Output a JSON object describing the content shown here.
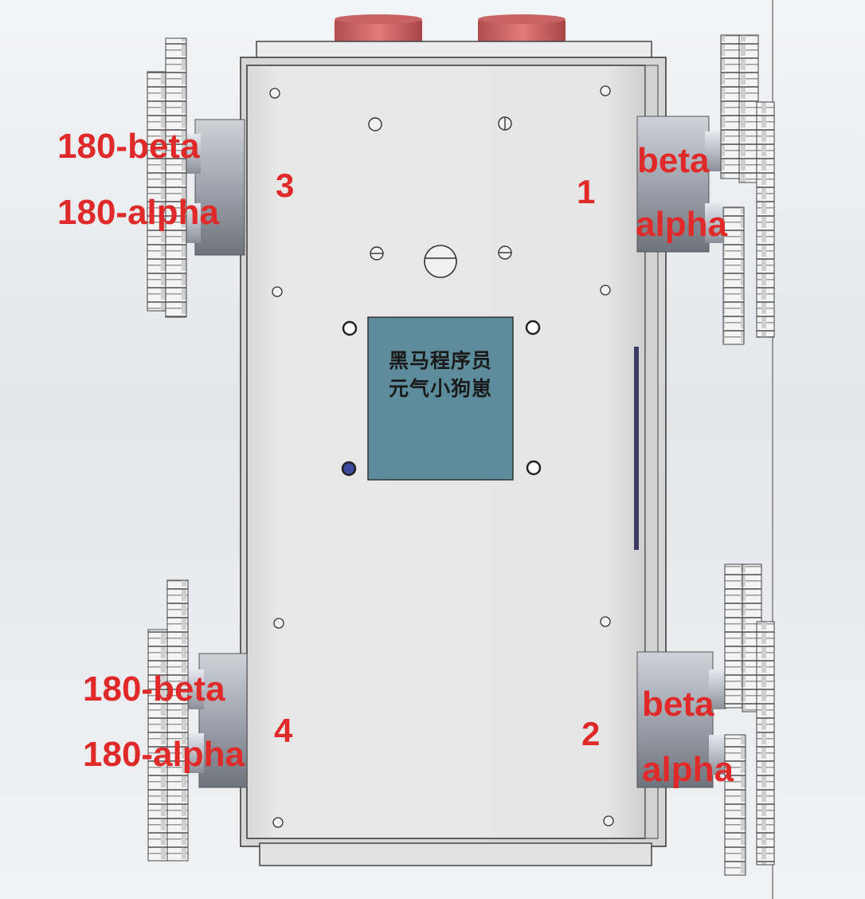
{
  "screen": {
    "line1": "黑马程序员",
    "line2": "元气小狗崽"
  },
  "legs": [
    {
      "number": "3",
      "upper_label": "180-beta",
      "lower_label": "180-alpha"
    },
    {
      "number": "1",
      "upper_label": "beta",
      "lower_label": "alpha"
    },
    {
      "number": "4",
      "upper_label": "180-beta",
      "lower_label": "180-alpha"
    },
    {
      "number": "2",
      "upper_label": "beta",
      "lower_label": "alpha"
    }
  ],
  "colors": {
    "label": "#e02a2a",
    "body": "#e4e4e4",
    "screen": "#5d8c9c",
    "connector": "#d46a6a"
  }
}
